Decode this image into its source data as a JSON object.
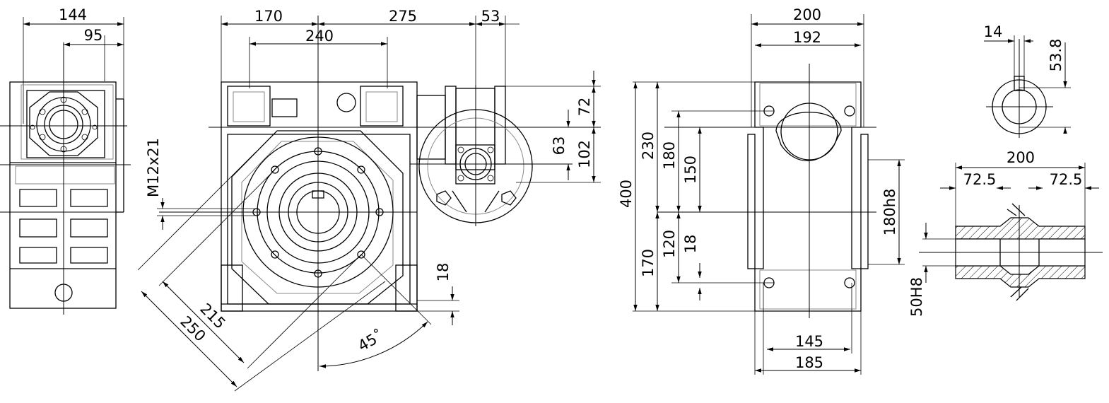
{
  "views": {
    "side_left": {
      "d144": "144",
      "d95": "95"
    },
    "front": {
      "d170": "170",
      "d275": "275",
      "d53": "53",
      "d240": "240",
      "d72": "72",
      "d63": "63",
      "d102": "102",
      "thread": "M12x21",
      "d18": "18",
      "d215": "215",
      "d250": "250",
      "angle": "45˚"
    },
    "top": {
      "d200": "200",
      "d192": "192",
      "d400": "400",
      "d230": "230",
      "d180": "180",
      "d150": "150",
      "d170": "170",
      "d120": "120",
      "d18": "18",
      "fit180": "180h8",
      "d145": "145",
      "d185": "185"
    },
    "shaft": {
      "d14": "14",
      "d53_8": "53.8",
      "d200": "200",
      "d72_5_left": "72.5",
      "d72_5_right": "72.5",
      "fit50": "50H8"
    }
  }
}
